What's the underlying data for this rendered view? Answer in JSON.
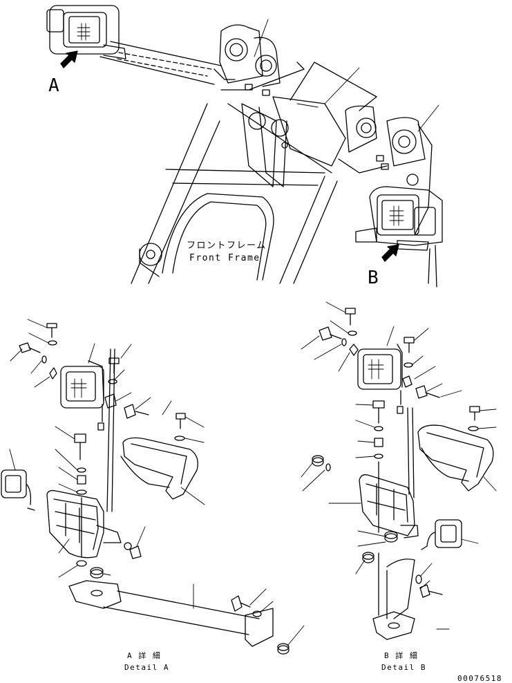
{
  "labels": {
    "view_a": "A",
    "view_b": "B",
    "front_frame_jp": "フロントフレーム",
    "front_frame_en": "Front Frame",
    "detail_a_jp": "A 詳 細",
    "detail_a_en": "Detail A",
    "detail_b_jp": "B 詳 細",
    "detail_b_en": "Detail B",
    "drawing_number": "00076518"
  },
  "colors": {
    "line": "#000000",
    "background": "#ffffff"
  }
}
